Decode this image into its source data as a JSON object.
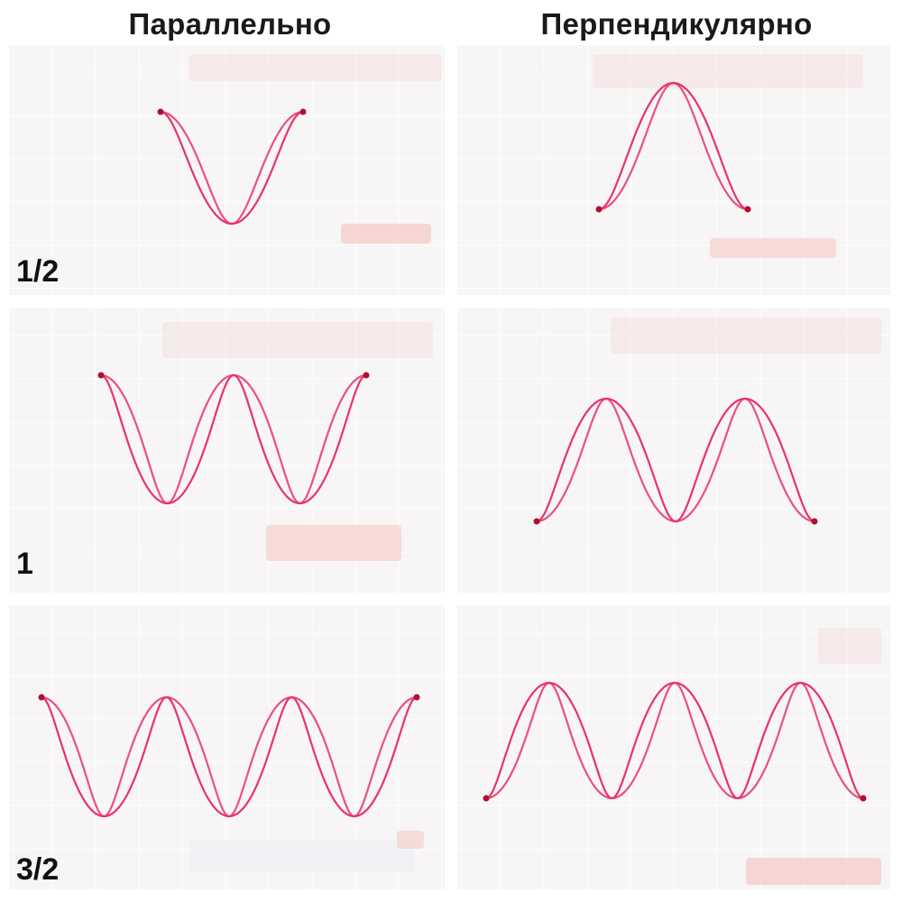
{
  "columns": {
    "left_title": "Параллельно",
    "right_title": "Перпендикулярно"
  },
  "rows": [
    {
      "label": "1/2",
      "half_waves": 1
    },
    {
      "label": "1",
      "half_waves": 2
    },
    {
      "label": "3/2",
      "half_waves": 3
    }
  ],
  "colors": {
    "trace": "#e8336b",
    "trace_dark": "#b0102f",
    "panel_bg": "#f7f5f5",
    "grid": "#ffffff",
    "smudge": "#f2c2c0"
  }
}
